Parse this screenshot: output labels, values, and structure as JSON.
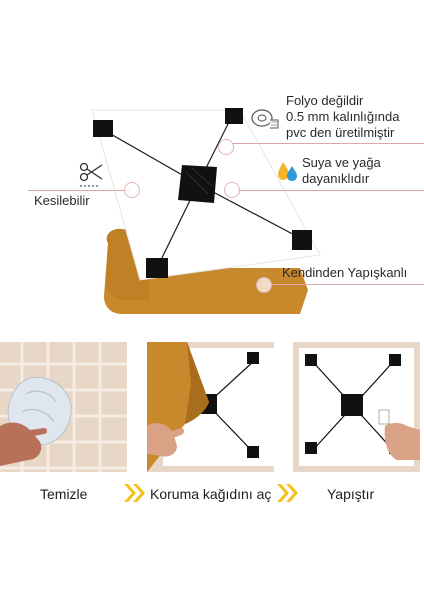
{
  "features": {
    "folyo_line1": "Folyo değildir",
    "folyo_line2": "0.5 mm kalınlığında",
    "folyo_line3": "pvc den üretilmiştir",
    "suya_line1": "Suya ve yağa",
    "suya_line2": "dayanıklıdır",
    "kesilebilir": "Kesilebilir",
    "kendinden": "Kendinden Yapışkanlı"
  },
  "steps": [
    {
      "label": "Temizle"
    },
    {
      "label": "Koruma kağıdını aç"
    },
    {
      "label": "Yapıştır"
    }
  ],
  "icons": {
    "tape": "measuring-tape-icon",
    "scissors": "scissors-icon",
    "drop": "water-drop-icon",
    "arrows": "double-chevron-icon"
  },
  "colors": {
    "backing": "#c8882c",
    "tile_black": "#111111",
    "accent_line": "#e0a6a6",
    "chevron_yellow": "#f2c21b",
    "wall_tile": "#e6d2c2"
  }
}
